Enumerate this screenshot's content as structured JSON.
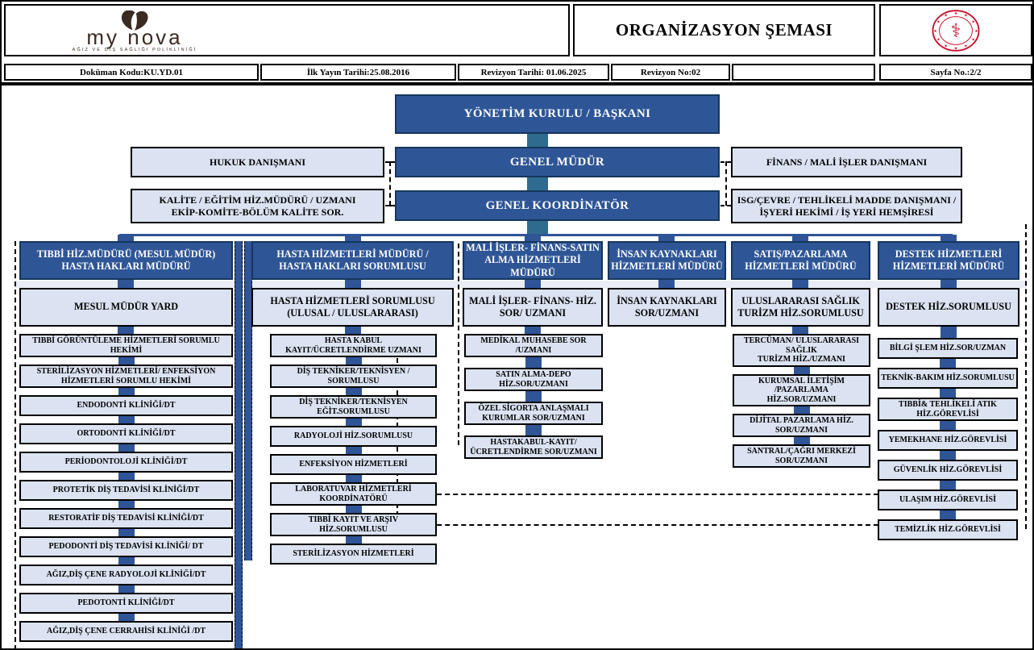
{
  "header": {
    "title": "ORGANİZASYON ŞEMASI",
    "brand": "my nova",
    "brand_tagline": "AĞIZ VE DİŞ SAĞLIĞI POLİKLİNİĞİ",
    "icons": {
      "brand_logo": "my-nova-tooth-logo",
      "ministry_emblem": "tc-saglik-bakanligi-emblem"
    }
  },
  "doc_info": {
    "dokuman_kodu": "Doküman Kodu:KU.YD.01",
    "ilk_yayin_tarihi": "İlk Yayın Tarihi:25.08.2016",
    "revizyon_tarihi": "Revizyon Tarihi: 01.06.2025",
    "revizyon_no": "Revizyon No:02",
    "empty": "",
    "sayfa_no": "Sayfa No.:2/2"
  },
  "chart": {
    "top": {
      "board": "YÖNETİM KURULU / BAŞKANI",
      "general_manager": "GENEL MÜDÜR",
      "general_coordinator": "GENEL KOORDİNATÖR"
    },
    "advisors_left": [
      "HUKUK DANIŞMANI",
      "KALİTE / EĞİTİM HİZ.MÜDÜRÜ / UZMANI\nEKİP-KOMİTE-BÖLÜM KALİTE SOR."
    ],
    "advisors_right": [
      "FİNANS / MALİ İŞLER DANIŞMANI",
      "ISG/ÇEVRE / TEHLİKELİ MADDE DANIŞMANI /\nİŞYERİ HEKİMİ / İŞ YERİ HEMŞİRESİ"
    ],
    "columns": [
      {
        "header": "TIBBİ HİZ.MÜDÜRÜ (MESUL MÜDÜR)\nHASTA HAKLARI MÜDÜRÜ",
        "subhead": "MESUL MÜDÜR YARD",
        "items": [
          "TIBBİ GÖRÜNTÜLEME HİZMETLERİ SORUMLU HEKİMİ",
          "STERİLİZASYON HİZMETLERİ/ ENFEKSİYON HİZMETLERİ SORUMLU HEKİMİ",
          "ENDODONTİ KLİNİĞİ/DT",
          "ORTODONTİ KLİNİĞİ/DT",
          "PERİODONTOLOJİ KLİNİĞİ/DT",
          "PROTETİK DİŞ TEDAVİSİ KLİNİĞİ/DT",
          "RESTORATİF DİŞ TEDAVİSİ KLİNİĞİ/DT",
          "PEDODONTİ DİŞ TEDAVİSİ KLİNİĞİ/ DT",
          "AĞIZ,DİŞ ÇENE RADYOLOJİ KLİNİĞİ/DT",
          "PEDOTONTİ KLİNİĞİ/DT",
          "AĞIZ,DİŞ ÇENE CERRAHİSİ KLİNİĞİ /DT"
        ]
      },
      {
        "header": "HASTA HİZMETLERİ MÜDÜRÜ /\nHASTA HAKLARI SORUMLUSU",
        "subhead": "HASTA HİZMETLERİ SORUMLUSU\n(ULUSAL / ULUSLARARASI)",
        "items": [
          "HASTA KABUL\nKAYIT/ÜCRETLENDİRME UZMANI",
          "DİŞ TEKNİKER/TEKNİSYEN /\nSORUMLUSU",
          "DİŞ TEKNİKER/TEKNİSYEN\nEĞİT.SORUMLUSU",
          "RADYOLOJİ HİZ.SORUMLUSU",
          "ENFEKSİYON HİZMETLERİ",
          "LABORATUVAR HİZMETLERİ\nKOORDİNATÖRÜ",
          "TIBBİ KAYIT VE ARŞIV\nHİZ.SORUMLUSU",
          "STERİLİZASYON HİZMETLERİ"
        ]
      },
      {
        "header": "MALİ İŞLER- FİNANS-SATIN\nALMA HİZMETLERİ MÜDÜRÜ",
        "subhead": "MALİ İŞLER- FİNANS- HİZ.\nSOR/ UZMANI",
        "items": [
          "MEDİKAL MUHASEBE SOR /UZMANI",
          "SATIN ALMA-DEPO HİZ.SOR/UZMANI",
          "ÖZEL SİGORTA ANLAŞMALI\nKURUMLAR SOR/UZMANI",
          "HASTAKABUL-KAYIT/\nÜCRETLENDİRME SOR/UZMANI"
        ]
      },
      {
        "header": "İNSAN KAYNAKLARI\nHİZMETLERİ MÜDÜRÜ",
        "subhead": "İNSAN KAYNAKLARI\nSOR/UZMANI",
        "items": []
      },
      {
        "header": "SATIŞ/PAZARLAMA\nHİZMETLERİ MÜDÜRÜ",
        "subhead": "ULUSLARARASI SAĞLIK\nTURİZM HİZ.SORUMLUSU",
        "items": [
          "TERCÜMAN/ ULUSLARARASI SAĞLIK\nTURİZM HİZ./UZMANI",
          "KURUMSAL İLETİŞİM /PAZARLAMA\nHİZ.SOR/UZMANI",
          "DİJİTAL PAZARLAMA HİZ.\nSOR/UZMANI",
          "SANTRAL/ÇAĞRI MERKEZİ\nSOR/UZMANI"
        ]
      },
      {
        "header": "DESTEK HİZMETLERİ\nHİZMETLERİ MÜDÜRÜ",
        "subhead": "DESTEK HİZ.SORUMLUSU",
        "items": [
          "BİLGİ ŞLEM HİZ.SOR/UZMAN",
          "TEKNİK-BAKIM HİZ.SORUMLUSU",
          "TIBBİ& TEHLİKELİ ATIK\nHİZ.GÖREVLİSİ",
          "YEMEKHANE HİZ.GÖREVLİSİ",
          "GÜVENLİK  HİZ.GÖREVLİSİ",
          "ULAŞIM HİZ.GÖREVLİSİ",
          "TEMİZLİK HİZ.GÖREVLİSİ"
        ]
      }
    ]
  },
  "colors": {
    "navy_box": "#2e5596",
    "light_box": "#dbe3f2",
    "teal_connector": "#2e6b8f",
    "navy_connector": "#2f5597",
    "emblem_red": "#c8102e",
    "brand_brown": "#3a2a22"
  }
}
